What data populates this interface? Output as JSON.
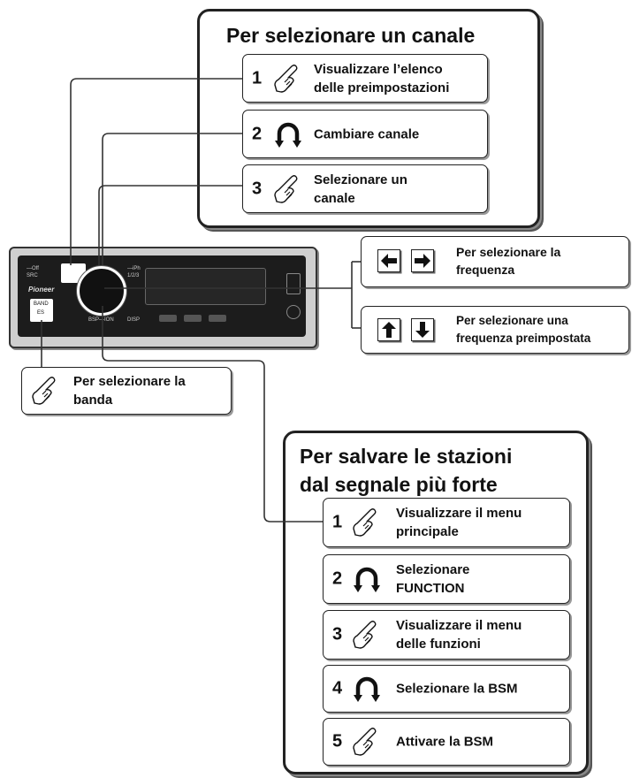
{
  "top_panel": {
    "title": "Per selezionare un canale",
    "steps": [
      {
        "num": "1",
        "icon": "touch-icon",
        "text": "Visualizzare l’elenco\ndelle preimpostazioni"
      },
      {
        "num": "2",
        "icon": "rotate-icon",
        "text": "Cambiare canale"
      },
      {
        "num": "3",
        "icon": "touch-icon",
        "text": "Selezionare un\ncanale"
      }
    ]
  },
  "frequency": {
    "label": "Per selezionare la\nfrequenza",
    "left_icon": "arrow-left-icon",
    "right_icon": "arrow-right-icon"
  },
  "preset_frequency": {
    "label": "Per selezionare una\nfrequenza preimpostata",
    "up_icon": "arrow-up-icon",
    "down_icon": "arrow-down-icon"
  },
  "band": {
    "label": "Per selezionare la\nbanda",
    "icon": "touch-icon"
  },
  "bottom_panel": {
    "title": "Per salvare le stazioni\ndal segnale più forte",
    "steps": [
      {
        "num": "1",
        "icon": "touch-icon",
        "text": "Visualizzare il  menu\nprincipale"
      },
      {
        "num": "2",
        "icon": "rotate-icon",
        "text": "Selezionare\nFUNCTION"
      },
      {
        "num": "3",
        "icon": "touch-icon",
        "text": "Visualizzare il menu\ndelle funzioni"
      },
      {
        "num": "4",
        "icon": "rotate-icon",
        "text": "Selezionare la BSM"
      },
      {
        "num": "5",
        "icon": "touch-icon",
        "text": "Attivare la BSM"
      }
    ]
  },
  "device": {
    "brand": "Pioneer",
    "buttons": {
      "src": "SRC",
      "off": "—Off",
      "band": "BAND",
      "band_sub": "ES",
      "bsp": "BSP—ION",
      "disp": "DISP",
      "iph": "—iPh",
      "num": "1/2/3"
    }
  },
  "colors": {
    "line": "#333333",
    "panel_border": "#222222",
    "device_face": "#1c1c1c"
  }
}
